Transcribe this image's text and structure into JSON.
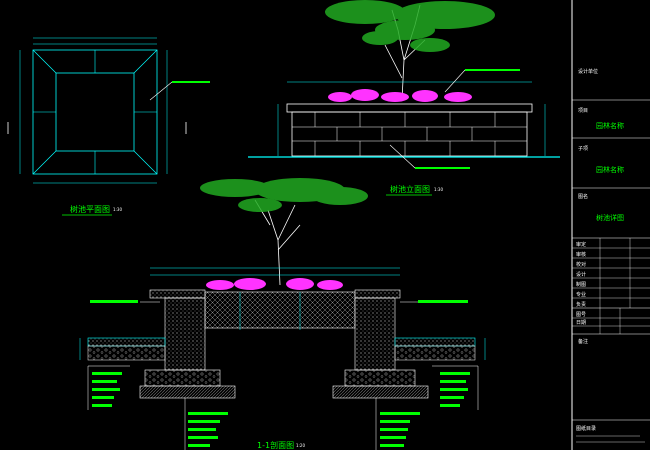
{
  "drawing": {
    "plan_title": "树池平面图",
    "elevation_title": "树池立面图",
    "section_title": "1-1剖面图",
    "scale_text": "1:30",
    "section_scale_text": "1:20"
  },
  "title_block": {
    "design_unit_label": "设计单位",
    "project_label": "项目",
    "project_name": "园林名称",
    "subitem_label": "子项",
    "subitem_name": "园林名称",
    "drawing_label": "图名",
    "drawing_name": "树池详图",
    "sign_rows": [
      "审定",
      "审核",
      "校对",
      "设计",
      "制图",
      "专业",
      "负责"
    ],
    "info_rows": [
      "图号",
      "日期"
    ],
    "remarks_label": "备注",
    "footer_label": "图纸目录"
  },
  "colors": {
    "background": "#000000",
    "cyan": "#00ffff",
    "green": "#00ff00",
    "white": "#ffffff",
    "magenta": "#ff33ff",
    "grey": "#9a9a9a"
  }
}
